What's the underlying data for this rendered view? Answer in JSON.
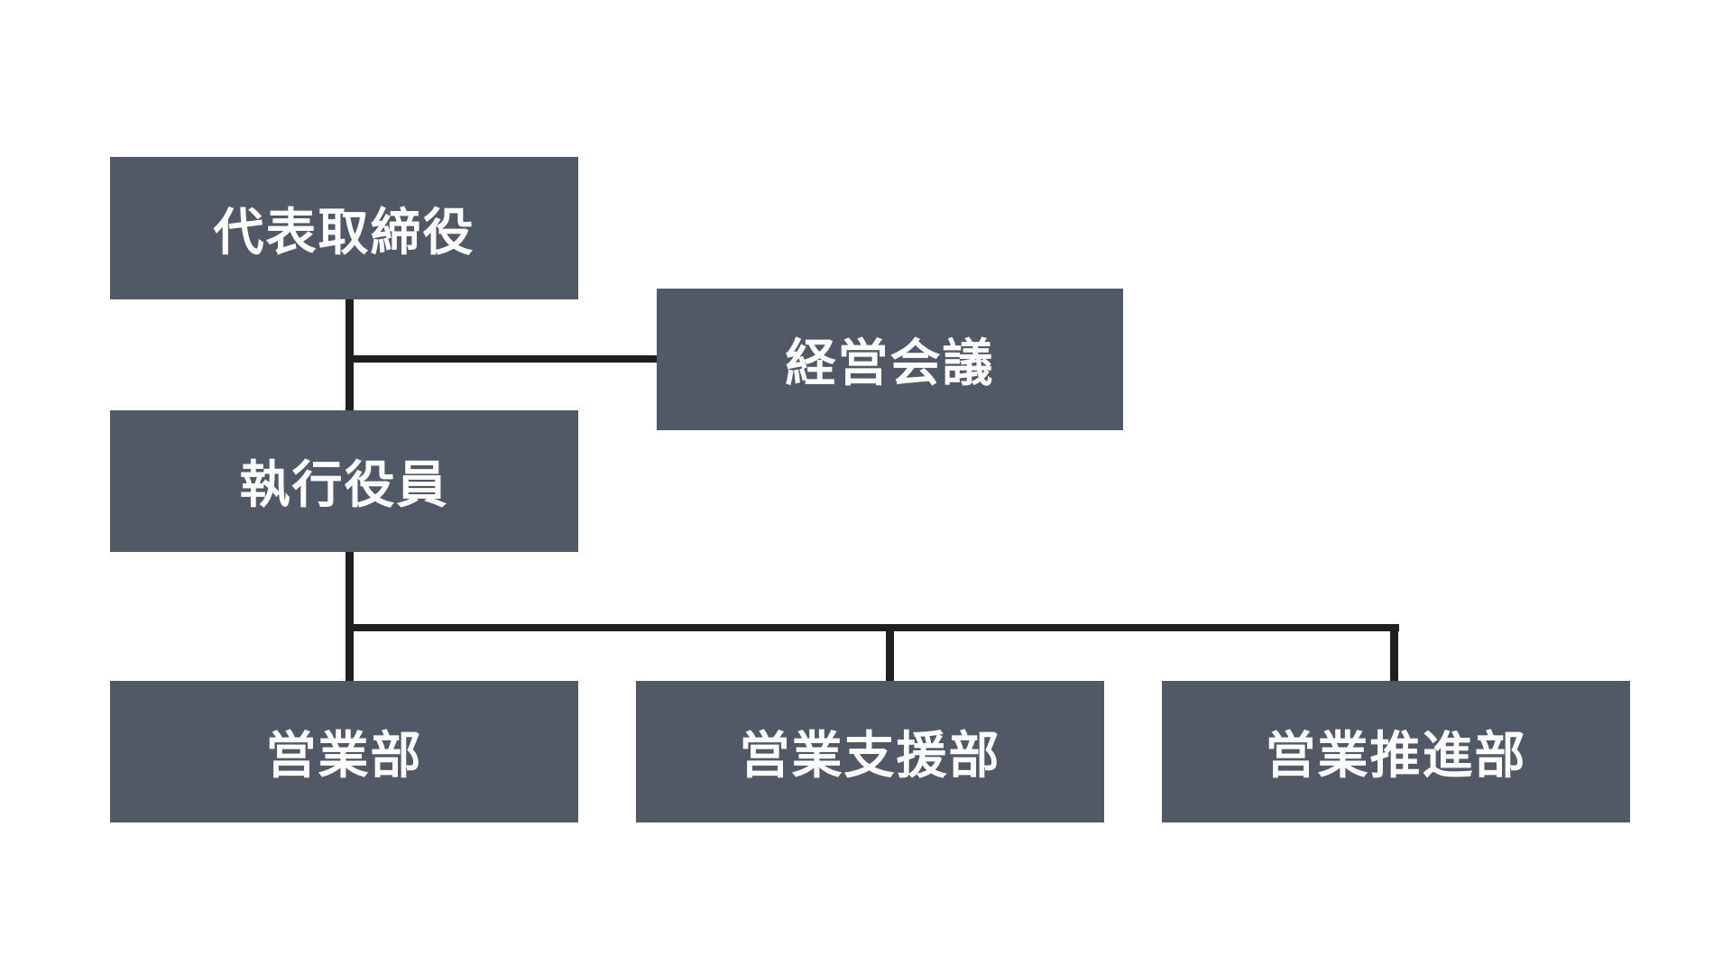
{
  "org_chart": {
    "ceo": "代表取締役",
    "council": "経営会議",
    "executives": "執行役員",
    "departments": [
      "営業部",
      "営業支援部",
      "営業推進部"
    ]
  },
  "colors": {
    "box": "#525966",
    "text": "#ffffff",
    "line": "#1f1f1f",
    "background": "#ffffff"
  }
}
